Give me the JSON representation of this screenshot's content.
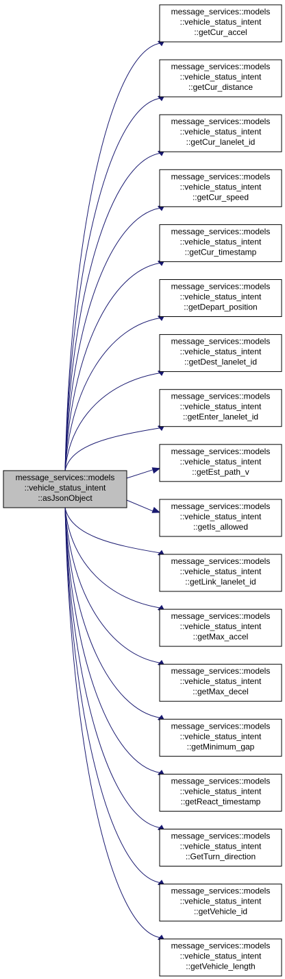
{
  "root": {
    "lines": [
      "message_services::models",
      "::vehicle_status_intent",
      "::asJsonObject"
    ]
  },
  "callees": [
    {
      "lines": [
        "message_services::models",
        "::vehicle_status_intent",
        "::getCur_accel"
      ]
    },
    {
      "lines": [
        "message_services::models",
        "::vehicle_status_intent",
        "::getCur_distance"
      ]
    },
    {
      "lines": [
        "message_services::models",
        "::vehicle_status_intent",
        "::getCur_lanelet_id"
      ]
    },
    {
      "lines": [
        "message_services::models",
        "::vehicle_status_intent",
        "::getCur_speed"
      ]
    },
    {
      "lines": [
        "message_services::models",
        "::vehicle_status_intent",
        "::getCur_timestamp"
      ]
    },
    {
      "lines": [
        "message_services::models",
        "::vehicle_status_intent",
        "::getDepart_position"
      ]
    },
    {
      "lines": [
        "message_services::models",
        "::vehicle_status_intent",
        "::getDest_lanelet_id"
      ]
    },
    {
      "lines": [
        "message_services::models",
        "::vehicle_status_intent",
        "::getEnter_lanelet_id"
      ]
    },
    {
      "lines": [
        "message_services::models",
        "::vehicle_status_intent",
        "::getEst_path_v"
      ]
    },
    {
      "lines": [
        "message_services::models",
        "::vehicle_status_intent",
        "::getIs_allowed"
      ]
    },
    {
      "lines": [
        "message_services::models",
        "::vehicle_status_intent",
        "::getLink_lanelet_id"
      ]
    },
    {
      "lines": [
        "message_services::models",
        "::vehicle_status_intent",
        "::getMax_accel"
      ]
    },
    {
      "lines": [
        "message_services::models",
        "::vehicle_status_intent",
        "::getMax_decel"
      ]
    },
    {
      "lines": [
        "message_services::models",
        "::vehicle_status_intent",
        "::getMinimum_gap"
      ]
    },
    {
      "lines": [
        "message_services::models",
        "::vehicle_status_intent",
        "::getReact_timestamp"
      ]
    },
    {
      "lines": [
        "message_services::models",
        "::vehicle_status_intent",
        "::GetTurn_direction"
      ]
    },
    {
      "lines": [
        "message_services::models",
        "::vehicle_status_intent",
        "::getVehicle_id"
      ]
    },
    {
      "lines": [
        "message_services::models",
        "::vehicle_status_intent",
        "::getVehicle_length"
      ]
    }
  ],
  "colors": {
    "root_fill": "#bfbfbf",
    "node_fill": "#ffffff",
    "border": "#000000",
    "edge": "#191970"
  }
}
